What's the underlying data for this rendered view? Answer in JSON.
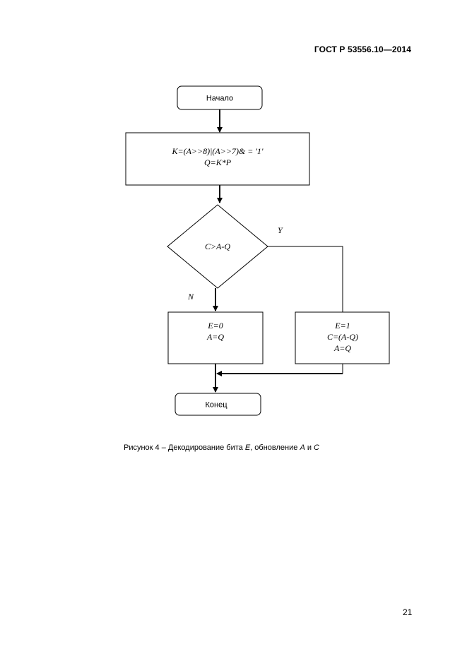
{
  "header": {
    "standard": "ГОСТ Р 53556.10—2014"
  },
  "flowchart": {
    "start": "Начало",
    "process1": {
      "line1": "K=(A>>8)|(A>>7)& = '1'",
      "line2": "Q=K*P"
    },
    "decision": "C>A-Q",
    "yes_label": "Y",
    "no_label": "N",
    "no_branch": {
      "line1": "E=0",
      "line2": "A=Q"
    },
    "yes_branch": {
      "line1": "E=1",
      "line2": "C=(A-Q)",
      "line3": "A=Q"
    },
    "end": "Конец"
  },
  "caption": {
    "prefix": "Рисунок 4 – Декодирование бита ",
    "var_e": "E",
    "middle": ", обновление ",
    "var_a": "A",
    "conj": " и ",
    "var_c": "C"
  },
  "page_number": "21"
}
